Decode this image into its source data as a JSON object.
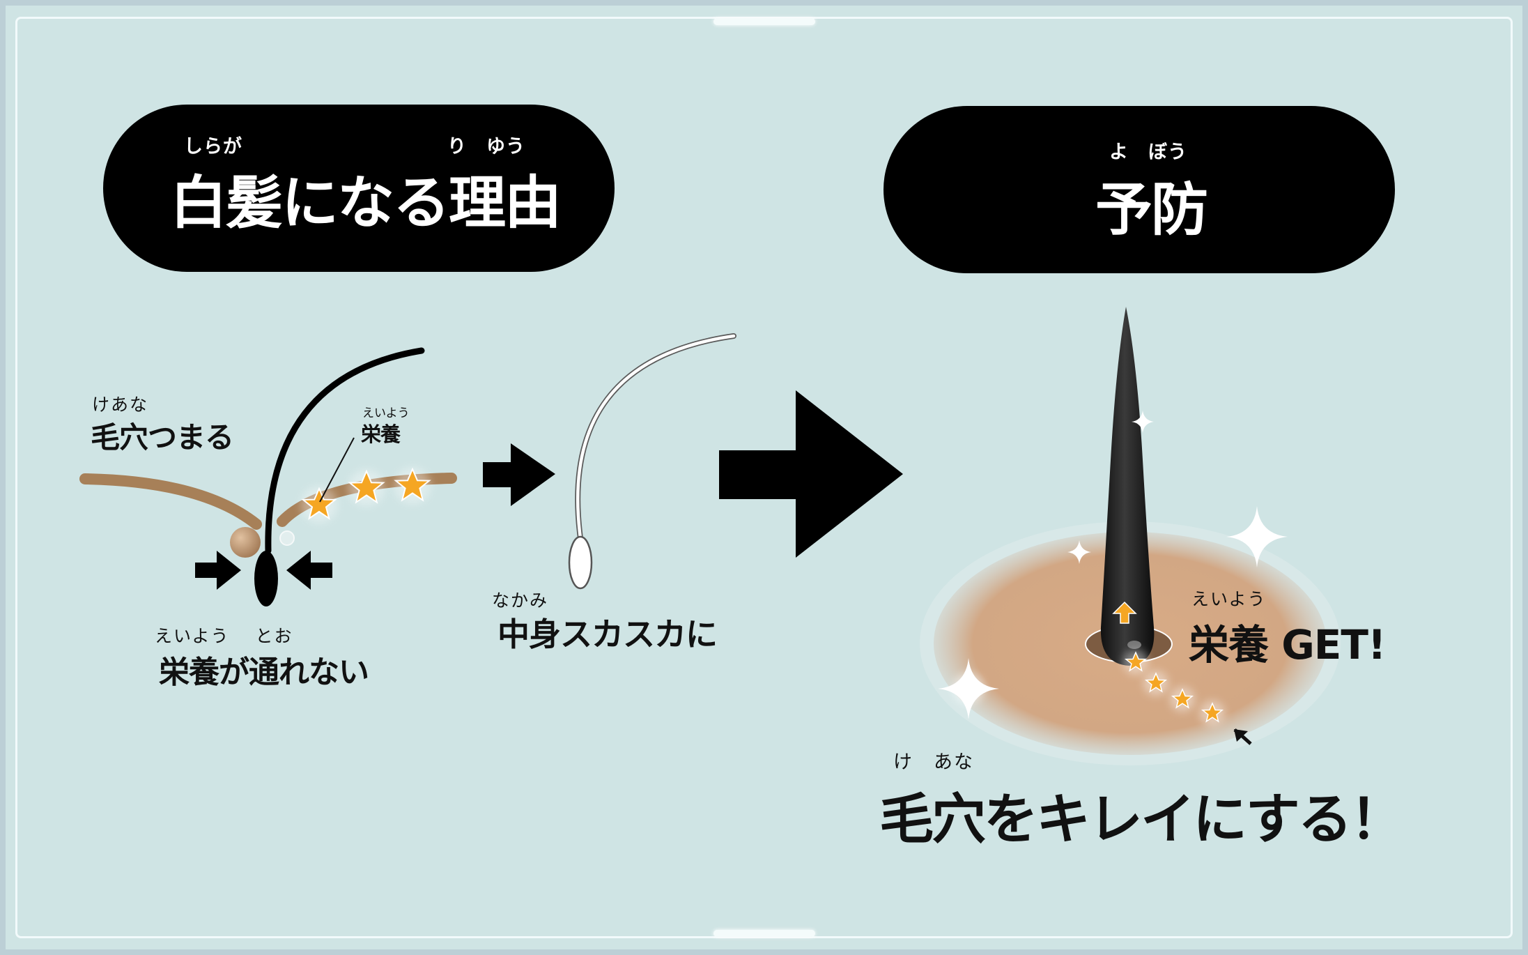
{
  "left_panel": {
    "title": "白髪になる理由",
    "title_ruby_left": "しらが",
    "title_ruby_right": "り　ゆう",
    "label_pore": "毛穴つまる",
    "label_pore_ruby": "けあな",
    "label_nutrition": "栄養",
    "label_nutrition_ruby": "えいよう",
    "label_blocked": "栄養が通れない",
    "label_blocked_ruby": "えいよう　 とお",
    "label_hollow": "中身スカスカに",
    "label_hollow_ruby": "なかみ"
  },
  "right_panel": {
    "title": "予防",
    "title_ruby": "よ　ぼう",
    "label_get": "栄養 GET!",
    "label_get_ruby": "えいよう",
    "label_clean": "毛穴をキレイにする！",
    "label_clean_ruby": "け　あな"
  },
  "colors": {
    "background": "#cfe4e4",
    "skin_line": "#a78058",
    "skin_fill": "#d2a885",
    "star": "#f5a623",
    "pill": "#000000"
  },
  "icons": [
    "arrow-right-icon",
    "star-icon",
    "sparkle-icon",
    "arrow-up-icon",
    "pointer-arrow-icon"
  ]
}
